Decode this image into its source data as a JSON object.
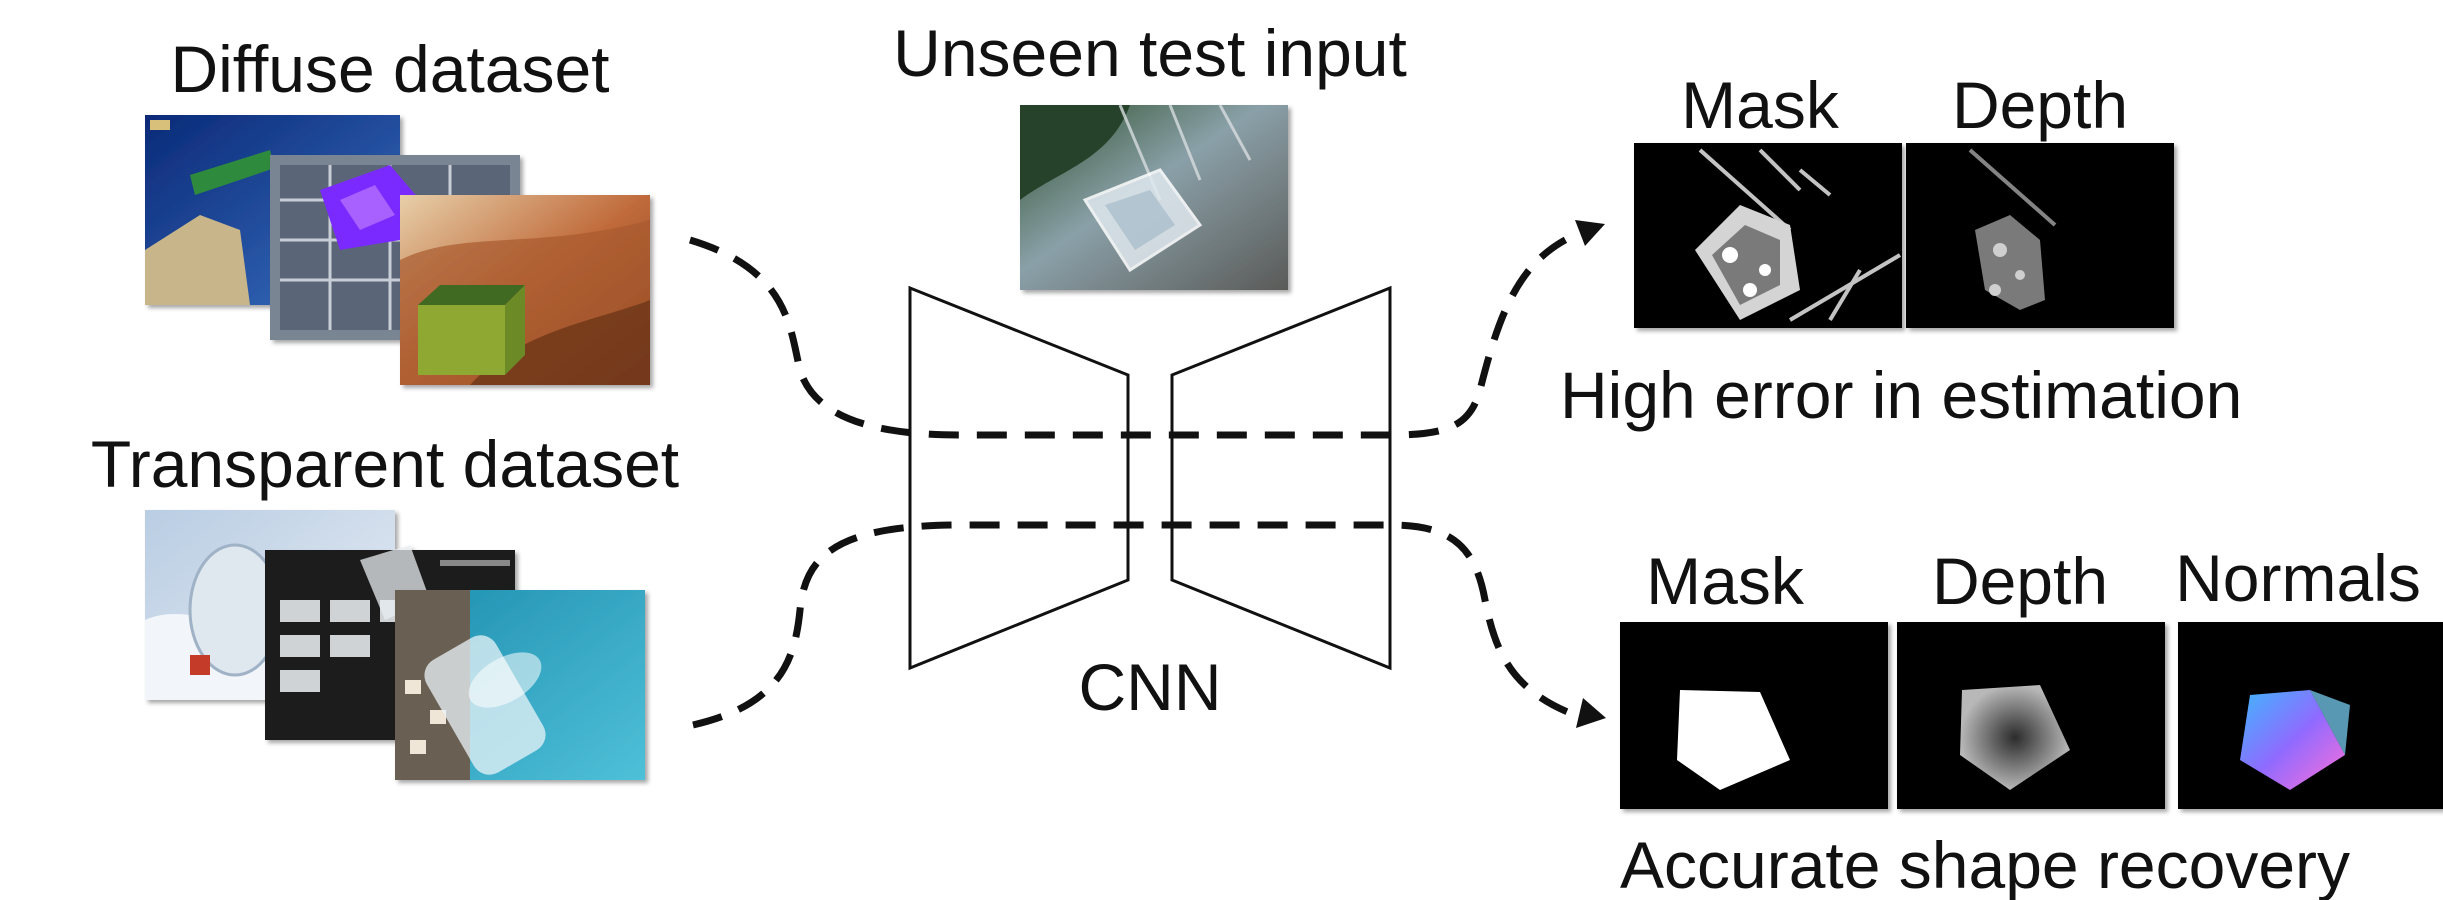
{
  "left": {
    "diffuse_title": "Diffuse dataset",
    "transparent_title": "Transparent dataset"
  },
  "center": {
    "test_title": "Unseen test input",
    "network_label": "CNN"
  },
  "right_top": {
    "mask_label": "Mask",
    "depth_label": "Depth",
    "caption": "High error in estimation"
  },
  "right_bottom": {
    "mask_label": "Mask",
    "depth_label": "Depth",
    "normals_label": "Normals",
    "caption": "Accurate shape recovery"
  }
}
